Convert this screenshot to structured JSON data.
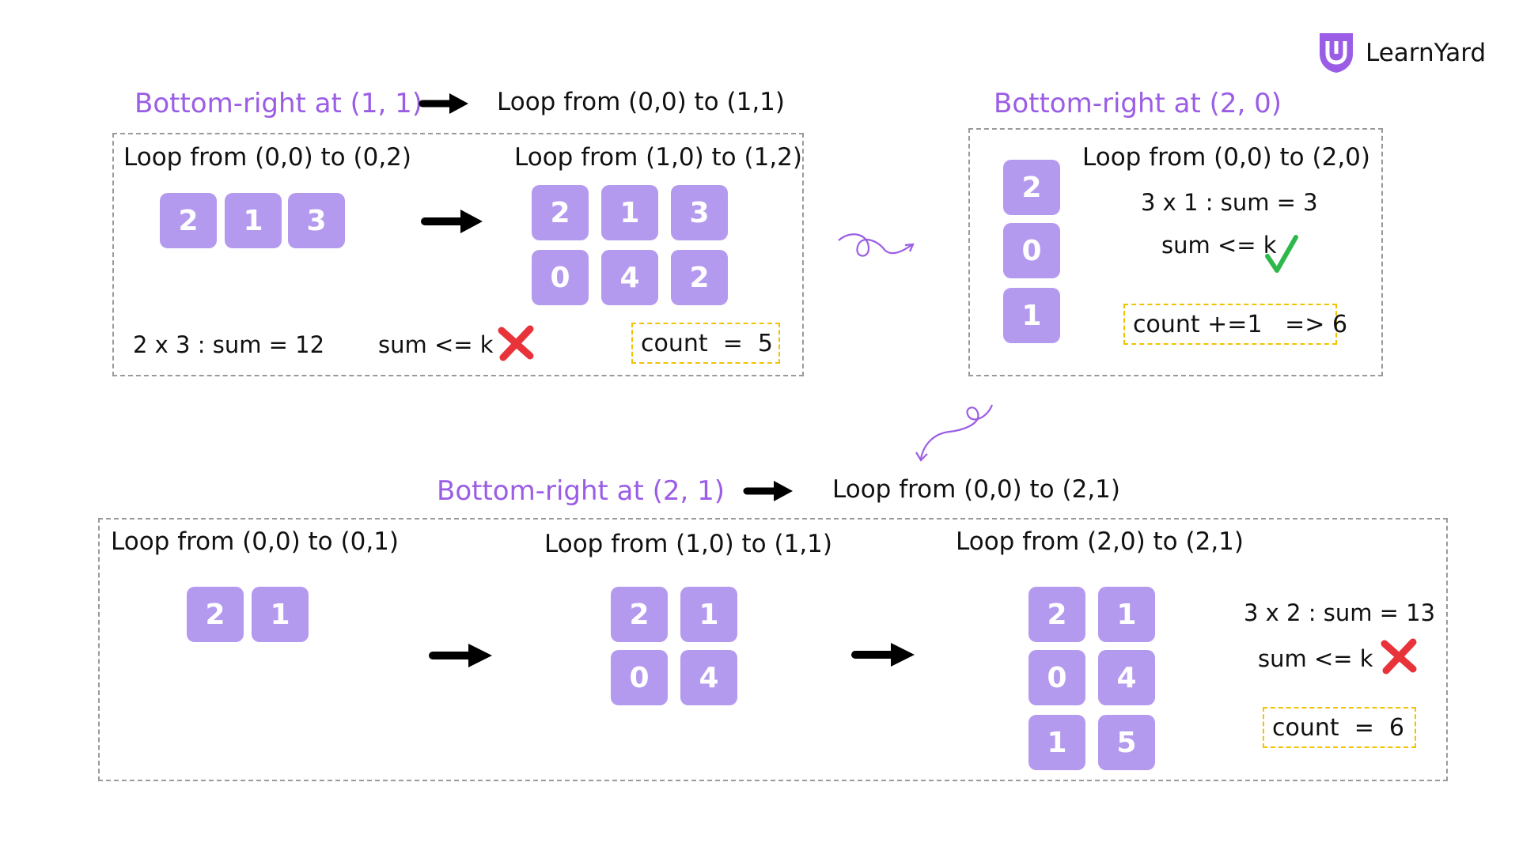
{
  "brand": {
    "name": "LearnYard",
    "accent": "#9B5DE5"
  },
  "colors": {
    "cell": "#B49AEE",
    "count_border": "#F2C200",
    "check": "#2DB84C",
    "cross": "#E8333A",
    "arrow": "#000000"
  },
  "icons": {
    "arrow": "right-arrow-icon",
    "check": "check-icon",
    "cross": "cross-icon",
    "squiggle": "squiggle-arrow-icon"
  },
  "s1": {
    "heading": "Bottom-right at (1, 1)",
    "loop": "Loop from (0,0) to (1,1)",
    "sub1_label": "Loop from (0,0) to (0,2)",
    "sub1_cells": [
      "2",
      "1",
      "3"
    ],
    "sub2_label": "Loop from (1,0) to (1,2)",
    "sub2_cells": [
      "2",
      "1",
      "3",
      "0",
      "4",
      "2"
    ],
    "sum": "2 x 3 : sum = 12",
    "cond": "sum <= k",
    "count": "count  =  5"
  },
  "s2": {
    "heading": "Bottom-right at (2, 0)",
    "loop": "Loop from (0,0) to (2,0)",
    "cells": [
      "2",
      "0",
      "1"
    ],
    "sum": "3 x 1 : sum = 3",
    "cond": "sum <= k",
    "count": "count +=1   => 6"
  },
  "s3": {
    "heading": "Bottom-right at (2, 1)",
    "loop": "Loop from (0,0) to (2,1)",
    "sub1_label": "Loop from (0,0) to (0,1)",
    "sub1_cells": [
      "2",
      "1"
    ],
    "sub2_label": "Loop from (1,0) to (1,1)",
    "sub2_cells": [
      "2",
      "1",
      "0",
      "4"
    ],
    "sub3_label": "Loop from (2,0) to (2,1)",
    "sub3_cells": [
      "2",
      "1",
      "0",
      "4",
      "1",
      "5"
    ],
    "sum": "3 x 2 : sum = 13",
    "cond": "sum <= k",
    "count": "count  =  6"
  }
}
